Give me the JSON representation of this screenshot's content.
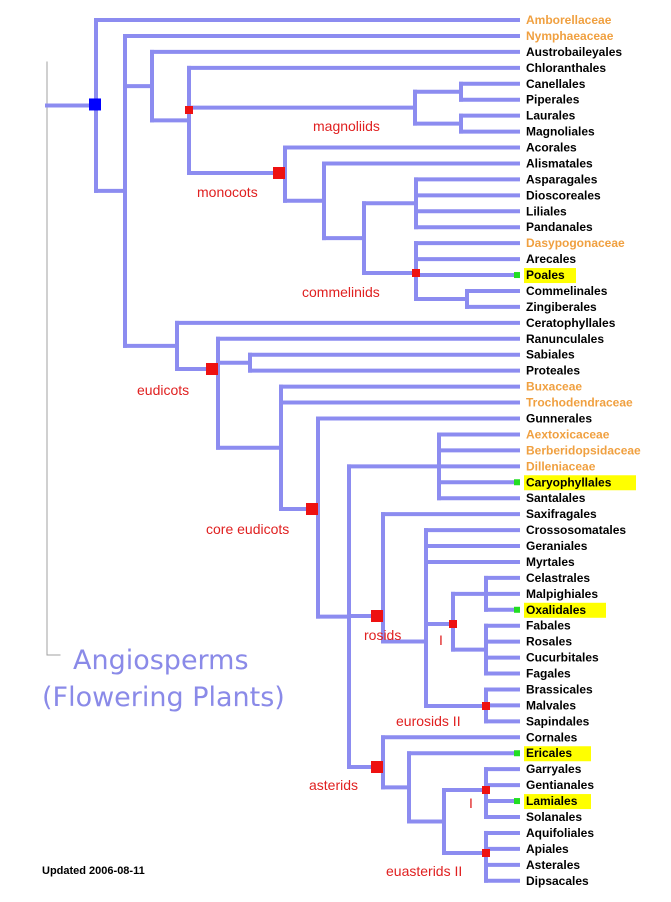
{
  "title_line1": "Angiosperms",
  "title_line2": "(Flowering Plants)",
  "updated": "Updated 2006-08-11",
  "colors": {
    "branch": "#8c8cf0",
    "root_line": "#a0a0a0",
    "node_marker": "#ee1111",
    "root_marker": "#0000ff",
    "highlight_marker": "#22dd22",
    "family_label": "#f0a040",
    "order_label": "#000000",
    "highlight_bg": "#ffff00",
    "clade_label": "#e02020",
    "title": "#8a8ae8"
  },
  "leaves": [
    {
      "label": "Amborellaceae",
      "kind": "family"
    },
    {
      "label": "Nymphaeaceae",
      "kind": "family"
    },
    {
      "label": "Austrobaileyales",
      "kind": "order"
    },
    {
      "label": "Chloranthales",
      "kind": "order"
    },
    {
      "label": "Canellales",
      "kind": "order"
    },
    {
      "label": "Piperales",
      "kind": "order"
    },
    {
      "label": "Laurales",
      "kind": "order"
    },
    {
      "label": "Magnoliales",
      "kind": "order"
    },
    {
      "label": "Acorales",
      "kind": "order"
    },
    {
      "label": "Alismatales",
      "kind": "order"
    },
    {
      "label": "Asparagales",
      "kind": "order"
    },
    {
      "label": "Dioscoreales",
      "kind": "order"
    },
    {
      "label": "Liliales",
      "kind": "order"
    },
    {
      "label": "Pandanales",
      "kind": "order"
    },
    {
      "label": "Dasypogonaceae",
      "kind": "family"
    },
    {
      "label": "Arecales",
      "kind": "order"
    },
    {
      "label": "Poales",
      "kind": "highlight"
    },
    {
      "label": "Commelinales",
      "kind": "order"
    },
    {
      "label": "Zingiberales",
      "kind": "order"
    },
    {
      "label": "Ceratophyllales",
      "kind": "order"
    },
    {
      "label": "Ranunculales",
      "kind": "order"
    },
    {
      "label": "Sabiales",
      "kind": "order"
    },
    {
      "label": "Proteales",
      "kind": "order"
    },
    {
      "label": "Buxaceae",
      "kind": "family"
    },
    {
      "label": "Trochodendraceae",
      "kind": "family"
    },
    {
      "label": "Gunnerales",
      "kind": "order"
    },
    {
      "label": "Aextoxicaceae",
      "kind": "family"
    },
    {
      "label": "Berberidopsidaceae",
      "kind": "family"
    },
    {
      "label": "Dilleniaceae",
      "kind": "family"
    },
    {
      "label": "Caryophyllales",
      "kind": "highlight"
    },
    {
      "label": "Santalales",
      "kind": "order"
    },
    {
      "label": "Saxifragales",
      "kind": "order"
    },
    {
      "label": "Crossosomatales",
      "kind": "order"
    },
    {
      "label": "Geraniales",
      "kind": "order"
    },
    {
      "label": "Myrtales",
      "kind": "order"
    },
    {
      "label": "Celastrales",
      "kind": "order"
    },
    {
      "label": "Malpighiales",
      "kind": "order"
    },
    {
      "label": "Oxalidales",
      "kind": "highlight"
    },
    {
      "label": "Fabales",
      "kind": "order"
    },
    {
      "label": "Rosales",
      "kind": "order"
    },
    {
      "label": "Cucurbitales",
      "kind": "order"
    },
    {
      "label": "Fagales",
      "kind": "order"
    },
    {
      "label": "Brassicales",
      "kind": "order"
    },
    {
      "label": "Malvales",
      "kind": "order"
    },
    {
      "label": "Sapindales",
      "kind": "order"
    },
    {
      "label": "Cornales",
      "kind": "order"
    },
    {
      "label": "Ericales",
      "kind": "highlight"
    },
    {
      "label": "Garryales",
      "kind": "order"
    },
    {
      "label": "Gentianales",
      "kind": "order"
    },
    {
      "label": "Lamiales",
      "kind": "highlight"
    },
    {
      "label": "Solanales",
      "kind": "order"
    },
    {
      "label": "Aquifoliales",
      "kind": "order"
    },
    {
      "label": "Apiales",
      "kind": "order"
    },
    {
      "label": "Asterales",
      "kind": "order"
    },
    {
      "label": "Dipsacales",
      "kind": "order"
    }
  ],
  "clades": [
    {
      "id": "magnoliids",
      "label": "magnoliids"
    },
    {
      "id": "monocots",
      "label": "monocots"
    },
    {
      "id": "commelinids",
      "label": "commelinids"
    },
    {
      "id": "eudicots",
      "label": "eudicots"
    },
    {
      "id": "core_eudicots",
      "label": "core eudicots"
    },
    {
      "id": "rosids",
      "label": "rosids"
    },
    {
      "id": "eurosids_i",
      "label": "I"
    },
    {
      "id": "eurosids_ii",
      "label": "eurosids II"
    },
    {
      "id": "asterids",
      "label": "asterids"
    },
    {
      "id": "euasterids_i",
      "label": "I"
    },
    {
      "id": "euasterids_ii",
      "label": "euasterids II"
    }
  ]
}
